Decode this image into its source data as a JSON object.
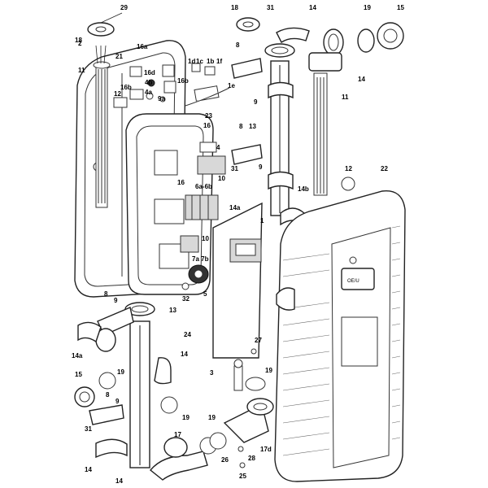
{
  "callouts": {
    "c29": "29",
    "c18a": "18",
    "c2": "2",
    "c16a": "16a",
    "c21": "21",
    "c11a": "11",
    "c1d": "1d",
    "c1c": "1c",
    "c1b": "1b",
    "c1f": "1f",
    "c16d": "16d",
    "c4b": "4b",
    "c4a": "4a",
    "c9a": "9a",
    "c16b_a": "16b",
    "c16b_b": "16b",
    "c12a": "12",
    "c1e": "1e",
    "c23": "23",
    "c16a2": "16",
    "c16b2": "16",
    "c4": "4",
    "c31a": "31",
    "c10a": "10",
    "c6a": "6a-6b",
    "c10b": "10",
    "c7a": "7a 7b",
    "c5": "5",
    "c32": "32",
    "c18b": "18",
    "c31b": "31",
    "c14a": "14",
    "c19a": "19",
    "c15a": "15",
    "c8a": "8",
    "c9b": "9",
    "c14b": "14",
    "c13a": "13",
    "c8b": "8",
    "c9c": "9",
    "c11b": "11",
    "c12b": "12",
    "c14c": "14b",
    "c14d": "14a",
    "c1": "1",
    "c22": "22",
    "c8c": "8",
    "c9d": "9",
    "c13b": "13",
    "c14e": "14a",
    "c14f": "14",
    "c24": "24",
    "c27": "27",
    "c3": "3",
    "c19b": "19",
    "c15b": "15",
    "c19c": "19",
    "c8d": "8",
    "c9e": "9",
    "c31c": "31",
    "c19d": "19",
    "c19e": "19",
    "c17": "17",
    "c17d": "17d",
    "c14g": "14",
    "c14h": "14",
    "c26": "26",
    "c28": "28",
    "c25": "25"
  },
  "panel_text": {
    "display": "ОЕ/U"
  },
  "icons": [
    "exploded-view-diagram"
  ]
}
